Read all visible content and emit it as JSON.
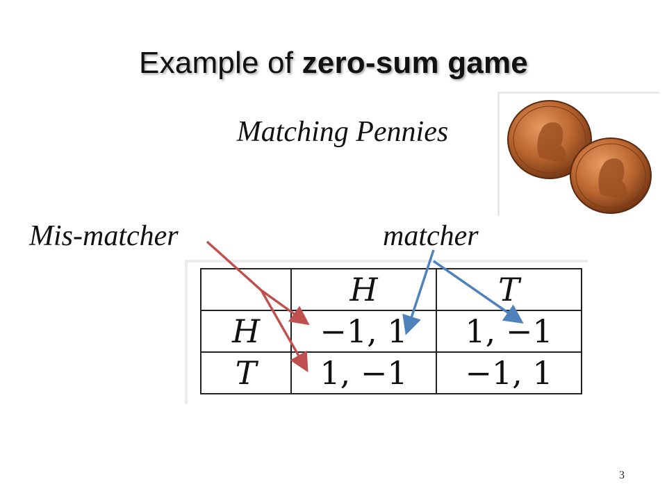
{
  "slide": {
    "title_prefix": "Example of ",
    "title_bold": "zero-sum game",
    "subtitle": "Matching Pennies",
    "page_number": "3"
  },
  "players": {
    "row_player": "Mis-matcher",
    "column_player": "matcher"
  },
  "payoff_matrix": {
    "column_headers": [
      "H",
      "T"
    ],
    "rows": [
      {
        "label": "H",
        "cells": [
          "−1, 1",
          "1, −1"
        ]
      },
      {
        "label": "T",
        "cells": [
          "1, −1",
          "−1, 1"
        ]
      }
    ]
  },
  "image": {
    "icon": "pennies-image"
  },
  "colors": {
    "arrow_red": "#c0504d",
    "arrow_blue": "#4f81bd",
    "coin_copper": "#b8642e"
  }
}
